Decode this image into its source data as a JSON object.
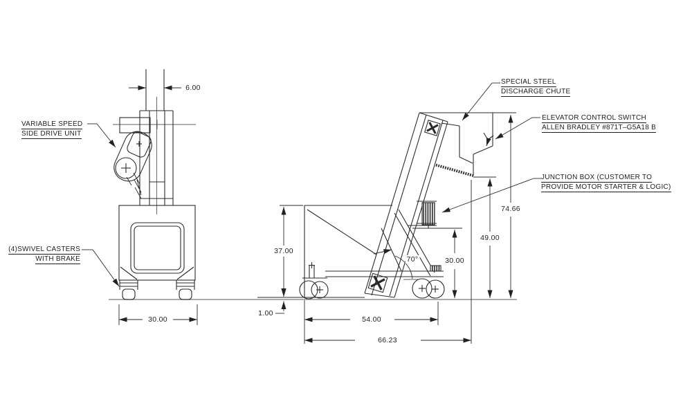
{
  "drawing": {
    "labels": {
      "variable_speed_drive": {
        "line1": "VARIABLE SPEED",
        "line2": "SIDE DRIVE UNIT"
      },
      "swivel_casters": {
        "line1": "(4)SWIVEL CASTERS",
        "line2": "WITH BRAKE"
      },
      "discharge_chute": {
        "line1": "SPECIAL STEEL",
        "line2": "DISCHARGE CHUTE"
      },
      "control_switch": {
        "line1": "ELEVATOR CONTROL SWITCH",
        "line2": "ALLEN BRADLEY #871T–G5A18 B"
      },
      "junction_box": {
        "line1": "JUNCTION BOX (CUSTOMER TO",
        "line2": "PROVIDE MOTOR STARTER & LOGIC)"
      }
    },
    "dimensions": {
      "column_width": "6.00",
      "front_base_width": "30.00",
      "hopper_height": "37.00",
      "incline_angle": "70°",
      "junction_box_height": "30.00",
      "discharge_height": "49.00",
      "overall_height": "74.66",
      "ground_clearance": "1.00",
      "caster_spacing": "54.00",
      "overall_length": "66.23"
    },
    "colors": {
      "line": "#2a2a2a",
      "ground_line": "#8f8f8f",
      "background": "#ffffff"
    }
  }
}
